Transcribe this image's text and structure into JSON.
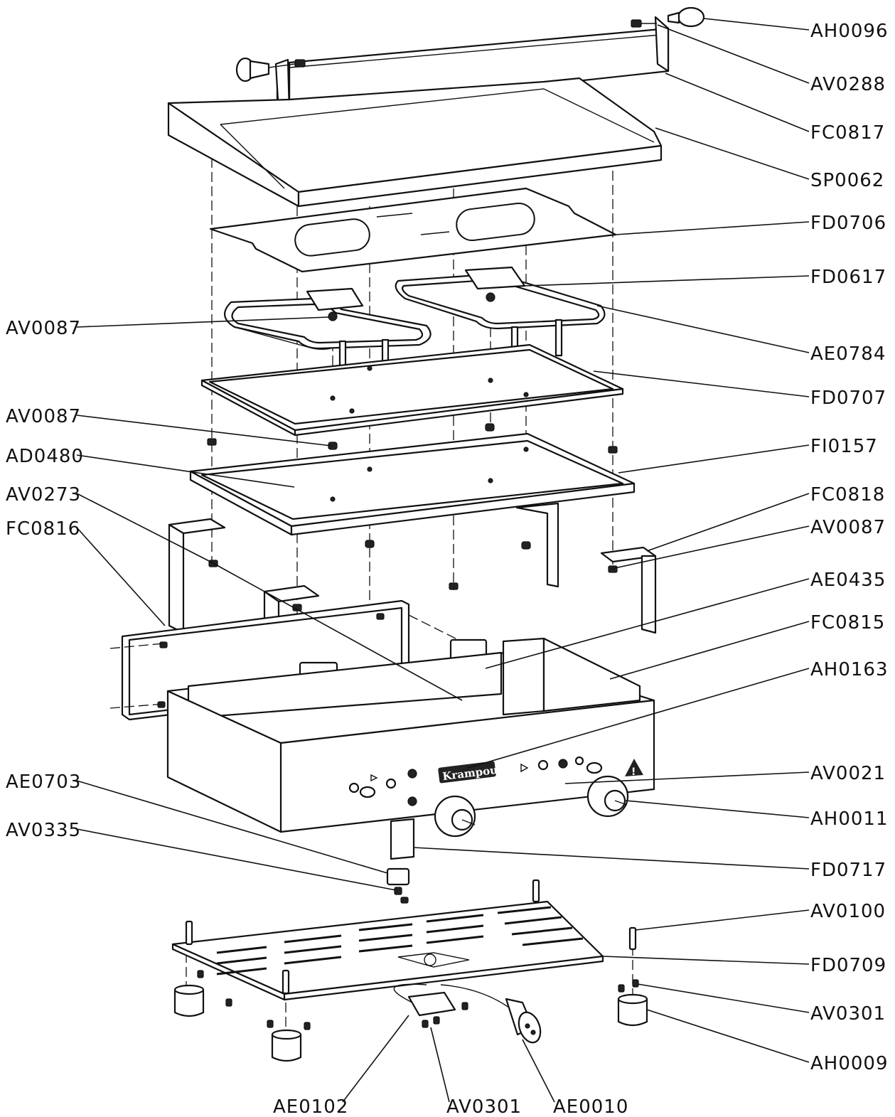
{
  "diagram": {
    "labels": {
      "ah0096": "AH0096",
      "av0288": "AV0288",
      "fc0817": "FC0817",
      "sp0062": "SP0062",
      "fd0706": "FD0706",
      "fd0617": "FD0617",
      "av0087_left_top": "AV0087",
      "ae0784": "AE0784",
      "fd0707": "FD0707",
      "av0087_left_mid": "AV0087",
      "ad0480": "AD0480",
      "fi0157": "FI0157",
      "av0273": "AV0273",
      "fc0818": "FC0818",
      "fc0816": "FC0816",
      "av0087_right": "AV0087",
      "ae0435": "AE0435",
      "fc0815": "FC0815",
      "ah0163": "AH0163",
      "ae0703": "AE0703",
      "av0021": "AV0021",
      "ah0011": "AH0011",
      "av0335": "AV0335",
      "fd0717": "FD0717",
      "av0100": "AV0100",
      "fd0709": "FD0709",
      "av0301_right": "AV0301",
      "ah0009": "AH0009",
      "ae0102": "AE0102",
      "av0301_bottom": "AV0301",
      "ae0010": "AE0010"
    },
    "logo_text": "Krampouz",
    "colors": {
      "line": "#111111",
      "background": "#ffffff"
    },
    "icons": [
      "warning-triangle-icon",
      "power-plug-icon",
      "control-knob-icon"
    ]
  }
}
